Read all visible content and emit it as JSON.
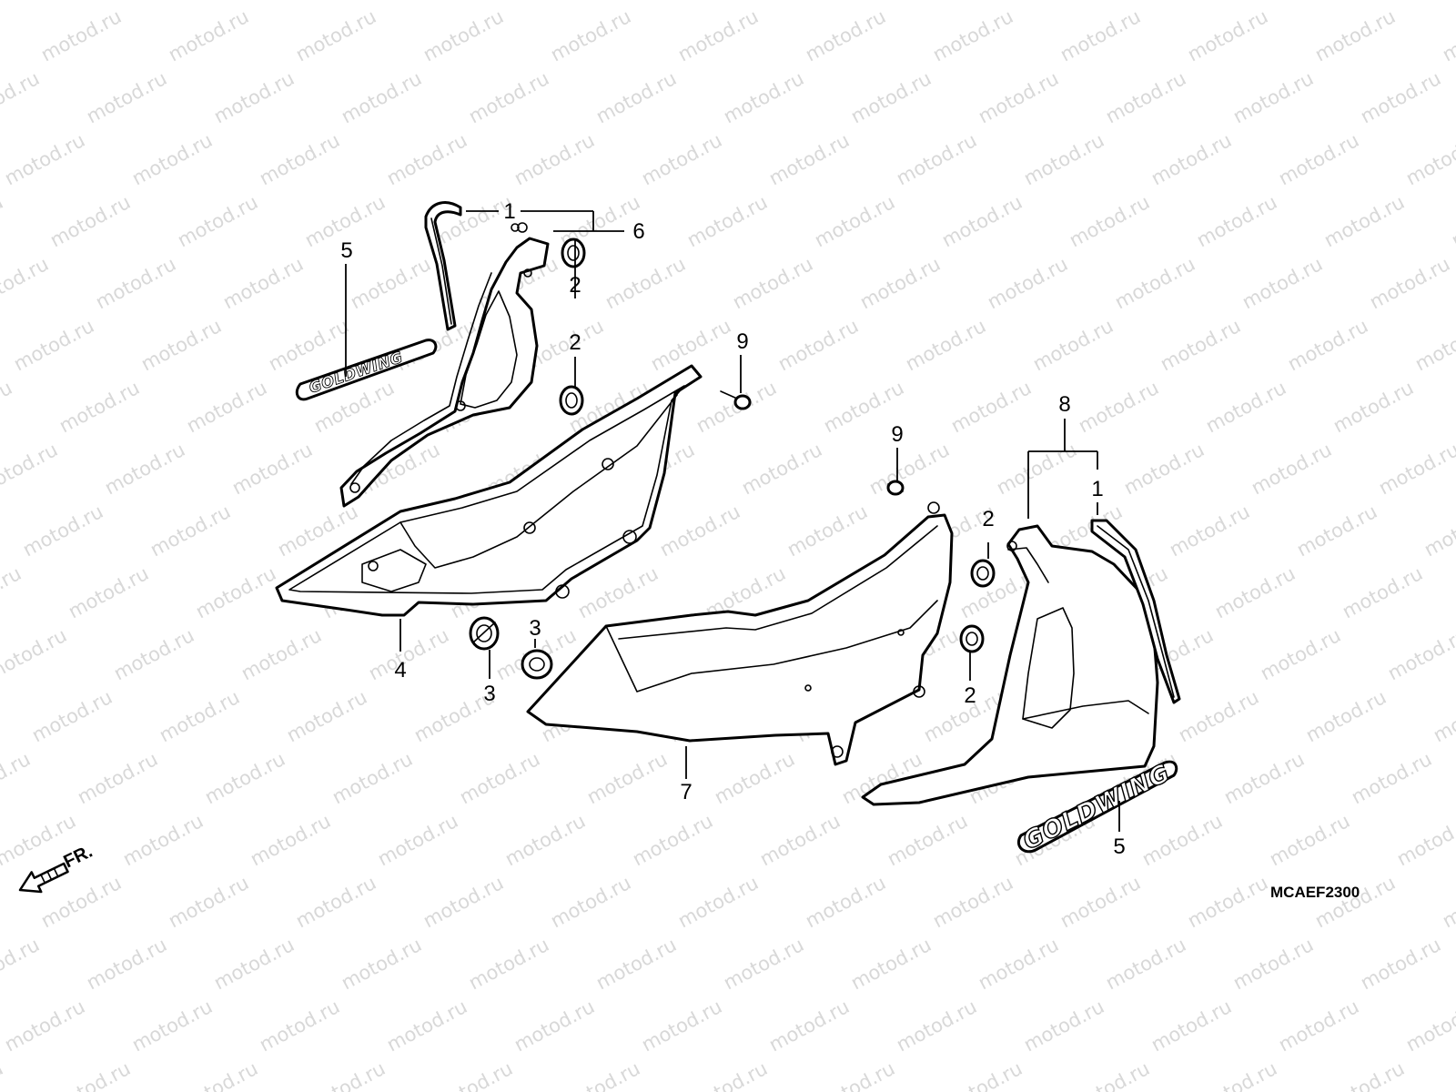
{
  "watermark": {
    "text": "motod.ru",
    "color": "#d8d8d8"
  },
  "callouts": [
    {
      "id": "c1a",
      "number": "1"
    },
    {
      "id": "c6",
      "number": "6"
    },
    {
      "id": "c5a",
      "number": "5"
    },
    {
      "id": "c2a",
      "number": "2"
    },
    {
      "id": "c2b",
      "number": "2"
    },
    {
      "id": "c9a",
      "number": "9"
    },
    {
      "id": "c9b",
      "number": "9"
    },
    {
      "id": "c8",
      "number": "8"
    },
    {
      "id": "c1b",
      "number": "1"
    },
    {
      "id": "c2c",
      "number": "2"
    },
    {
      "id": "c2d",
      "number": "2"
    },
    {
      "id": "c4",
      "number": "4"
    },
    {
      "id": "c3a",
      "number": "3"
    },
    {
      "id": "c3b",
      "number": "3"
    },
    {
      "id": "c7",
      "number": "7"
    },
    {
      "id": "c5b",
      "number": "5"
    }
  ],
  "diagram_code": "MCAEF2300",
  "direction_label": "FR.",
  "emblem_text": "GOLDWING",
  "icons": [
    "direction-arrow-icon"
  ],
  "line_color": "#000000"
}
